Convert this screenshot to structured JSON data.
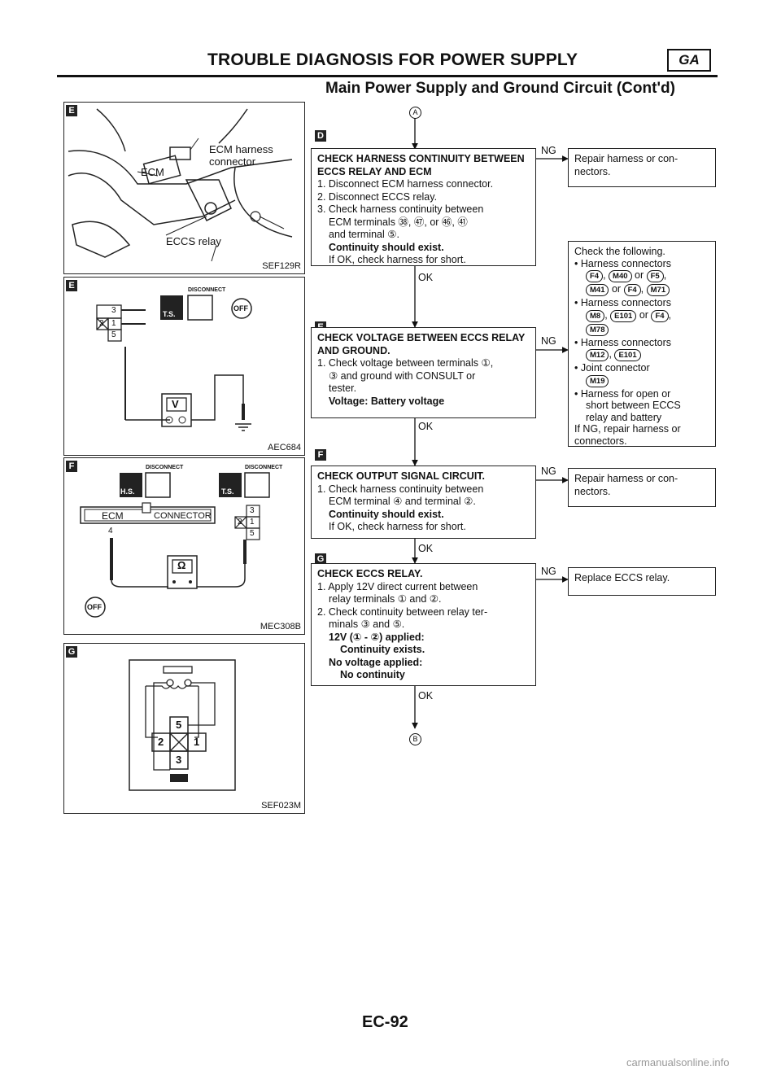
{
  "header": {
    "title": "TROUBLE DIAGNOSIS FOR POWER SUPPLY",
    "badge": "GA",
    "subtitle": "Main Power Supply and Ground Circuit (Cont'd)"
  },
  "figures": {
    "e1": {
      "letter": "E",
      "id": "SEF129R",
      "labels": {
        "harness": "ECM harness",
        "connector": "connector",
        "ecm": "ECM",
        "relay": "ECCS relay"
      }
    },
    "e2": {
      "letter": "E",
      "id": "AEC684",
      "disconnect": "DISCONNECT",
      "ts": "T.S.",
      "off": "OFF",
      "v": "V",
      "pins": [
        "3",
        "2",
        "1",
        "5"
      ]
    },
    "f": {
      "letter": "F",
      "id": "MEC308B",
      "disconnect_a": "DISCONNECT",
      "disconnect_b": "DISCONNECT",
      "hs": "H.S.",
      "ts": "T.S.",
      "ecm": "ECM",
      "connector": "CONNECTOR",
      "pin4": "4",
      "ohm": "Ω",
      "off": "OFF",
      "pins": [
        "3",
        "2",
        "1",
        "5"
      ]
    },
    "g": {
      "letter": "G",
      "id": "SEF023M",
      "pins": [
        "5",
        "2",
        "1",
        "3"
      ]
    }
  },
  "flow": {
    "start": "A",
    "end": "B",
    "step_d": {
      "letter": "D",
      "heading": "CHECK HARNESS CONTINUITY BETWEEN ECCS RELAY AND ECM",
      "lines": [
        "1. Disconnect ECM harness connector.",
        "2. Disconnect ECCS relay.",
        "3. Check harness continuity between",
        "ECM terminals ㊳, ㊼, or ㊻, ㊶",
        "and terminal ⑤."
      ],
      "bold_line": "Continuity should exist.",
      "last": "If OK, check harness for short.",
      "ok": "OK",
      "ng": "NG",
      "ng_box": "Repair harness or con- nectors."
    },
    "step_e": {
      "letter": "E",
      "heading": "CHECK VOLTAGE BETWEEN ECCS RELAY AND GROUND.",
      "lines": [
        "1. Check voltage between terminals ①,",
        "③ and ground with CONSULT or",
        "tester."
      ],
      "bold_line": "Voltage: Battery voltage",
      "ok": "OK",
      "ng": "NG",
      "ng_box": {
        "intro": "Check the following.",
        "hc1": "• Harness connectors",
        "c1": [
          "F4",
          "M40",
          "F5",
          "M41",
          "F4",
          "M71"
        ],
        "hc2": "• Harness connectors",
        "c2": [
          "M8",
          "E101",
          "F4",
          "M78"
        ],
        "hc3": "• Harness connectors",
        "c3": [
          "M12",
          "E101"
        ],
        "jc": "• Joint connector",
        "c4": [
          "M19"
        ],
        "open1": "• Harness for open or",
        "open2": "short between ECCS",
        "open3": "relay and battery",
        "ng1": "If NG, repair harness or",
        "ng2": "connectors.",
        "or": "or"
      }
    },
    "step_f": {
      "letter": "F",
      "heading": "CHECK OUTPUT SIGNAL CIRCUIT.",
      "lines": [
        "1. Check harness continuity between",
        "ECM terminal ④ and terminal ②."
      ],
      "bold_line": "Continuity should exist.",
      "last": "If OK, check harness for short.",
      "ok": "OK",
      "ng": "NG",
      "ng_box": "Repair harness or con- nectors."
    },
    "step_g": {
      "letter": "G",
      "heading": "CHECK ECCS RELAY.",
      "lines": [
        "1. Apply 12V direct current between",
        "relay terminals ① and ②.",
        "2. Check continuity between relay ter-",
        "minals ③ and ⑤."
      ],
      "bold_lines": [
        "12V (① - ②) applied:",
        "Continuity exists.",
        "No voltage applied:",
        "No continuity"
      ],
      "ok": "OK",
      "ng": "NG",
      "ng_box": "Replace ECCS relay."
    }
  },
  "footer": {
    "page": "EC-92",
    "watermark": "carmanualsonline.info"
  }
}
